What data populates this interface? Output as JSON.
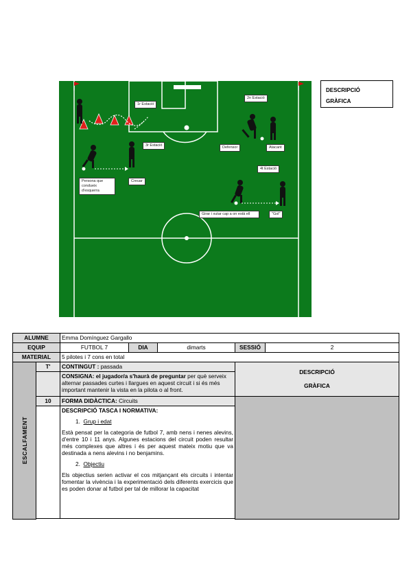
{
  "diagram": {
    "labels": {
      "station1": "1r Estació",
      "station2": "2n Estació",
      "station3": "3r Estació",
      "station4": "4t Estació",
      "defender": "Defensor",
      "attacker": "Atacant",
      "person": "Persona que condueix d'esquerra",
      "cross": "Creuar",
      "shoot": "Girar i xutar cap a on està ell",
      "goal": "\"Gol\""
    }
  },
  "side_box": {
    "line1": "DESCRIPCIÓ",
    "line2": "GRÀFICA"
  },
  "table": {
    "alumne_label": "ALUMNE",
    "alumne_value": "Emma Domínguez Gargallo",
    "equip_label": "EQUIP",
    "equip_value": "FUTBOL 7",
    "dia_label": "DIA",
    "dia_value": "dimarts",
    "sessio_label": "SESSIÓ",
    "sessio_value": "2",
    "material_label": "MATERIAL",
    "material_value": "5 pilotes i 7 cons en total",
    "phase": "ESCALFAMENT",
    "t_label": "T'",
    "contingut_label": "CONTINGUT :",
    "contingut_value": " passada",
    "consigna_label": "CONSIGNA:",
    "consigna_bold": " el jugador/a s'haurà de preguntar",
    "consigna_rest": " per què serveix alternar passades curtes i llargues en aquest circuit i si és més important mantenir la vista en la pilota o al front.",
    "desc_grafica_1": "DESCRIPCIÓ",
    "desc_grafica_2": "GRÀFICA",
    "time": "10",
    "forma_label": "FORMA DIDÀCTICA:",
    "forma_value": " Circuits",
    "desc_tasca": "DESCRIPCIÓ TASCA I NORMATIVA:",
    "item1_num": "1.",
    "item1": "Grup i edat",
    "para1": "Està pensat per la categoria de futbol 7, amb nens i nenes alevins, d'entre 10 i 11 anys. Algunes estacions del circuit poden resultar més complexes que altres i és per aquest mateix motiu que va destinada a nens alevins i no benjamins.",
    "item2_num": "2.",
    "item2": "Objectiu",
    "para2": "Els objectius serien activar el cos mitjançant els circuits i intentar fomentar la vivència i la experimentació dels diferents exercicis que es poden donar al futbol per tal de millorar la capacitat"
  }
}
